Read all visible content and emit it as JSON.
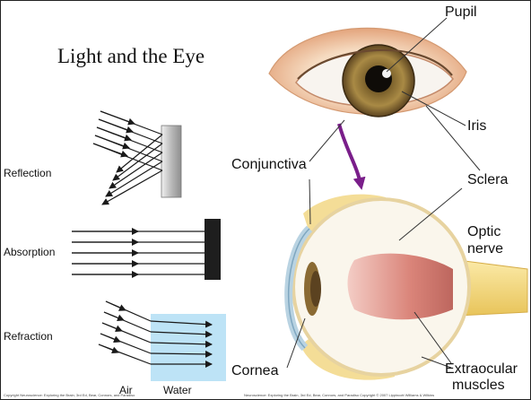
{
  "title": "Light and the Eye",
  "left_panel": {
    "reflection": "Reflection",
    "absorption": "Absorption",
    "refraction": "Refraction",
    "air": "Air",
    "water": "Water"
  },
  "eye_labels": {
    "pupil": "Pupil",
    "iris": "Iris",
    "conjunctiva": "Conjunctiva",
    "sclera": "Sclera",
    "optic_nerve_1": "Optic",
    "optic_nerve_2": "nerve",
    "cornea": "Cornea",
    "extraocular_1": "Extraocular",
    "extraocular_2": "muscles"
  },
  "credits": {
    "left": "Copyright Neuroscience: Exploring the Brain, 3rd Ed, Bear, Connors, and Paradiso",
    "right": "Neuroscience: Exploring the Brain, 3rd Ed, Bear, Connors, and Paradiso Copyright © 2007 Lippincott Williams & Wilkins"
  },
  "colors": {
    "ray": "#1a1a1a",
    "mirror": "#d0d0d0",
    "absorber": "#1e1e1e",
    "water": "#bde3f6",
    "iris": "#9a7a3a",
    "skin": "#f1c9a4",
    "muscle": "#d98a80",
    "arrow": "#7a1e8a",
    "sheath": "#f3d98c"
  }
}
